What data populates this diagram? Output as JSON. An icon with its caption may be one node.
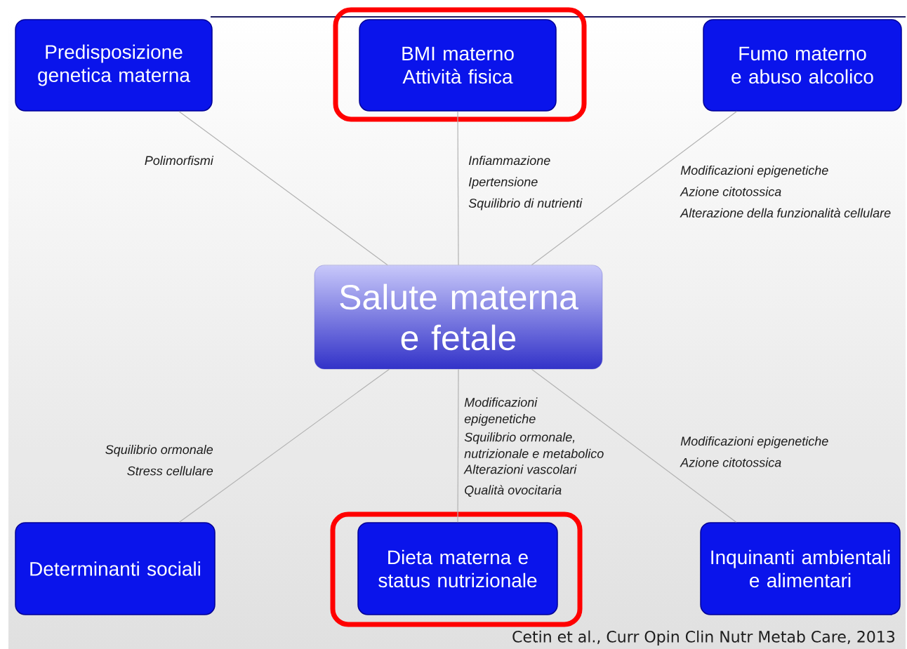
{
  "diagram": {
    "nodes": [
      {
        "text": [
          "Predisposizione genetica materna"
        ]
      },
      {
        "text": [
          "BMI materno Attività fisica"
        ]
      },
      {
        "text": [
          "Fumo materno e abuso alcolico"
        ]
      },
      {
        "text": [
          "Salute materna e fetale"
        ]
      },
      {
        "text": [
          "Determinanti sociali"
        ]
      },
      {
        "text": [
          "Dieta materna e status nutrizionale"
        ]
      },
      {
        "text": [
          "Inquinanti ambientali e alimentari"
        ]
      }
    ],
    "edges": [
      {
        "from": 0,
        "to": 3,
        "arrow": "none"
      },
      {
        "from": 1,
        "to": 3,
        "arrow": "none"
      },
      {
        "from": 2,
        "to": 3,
        "arrow": "none"
      },
      {
        "from": 4,
        "to": 3,
        "arrow": "none"
      },
      {
        "from": 5,
        "to": 3,
        "arrow": "none"
      },
      {
        "from": 6,
        "to": 3,
        "arrow": "none"
      }
    ],
    "labels": [
      "Polimorfismi",
      "Infiammazione",
      "Ipertensione",
      "Squilibrio di nutrienti",
      "Modificazioni epigenetiche",
      "Azione citotossica",
      "Alterazione della funzionalità cellulare",
      "Modificazioni epigenetiche",
      "Squilibrio ormonale, nutrizionale e metabolico",
      "Alterazioni vascolari",
      "Qualità ovocitaria",
      "Squilibrio ormonale",
      "Stress cellulare",
      "Modificazioni epigenetiche",
      "Azione citotossica",
      "Cetin et al., Curr Opin Clin Nutr Metab Care, 2013"
    ]
  }
}
